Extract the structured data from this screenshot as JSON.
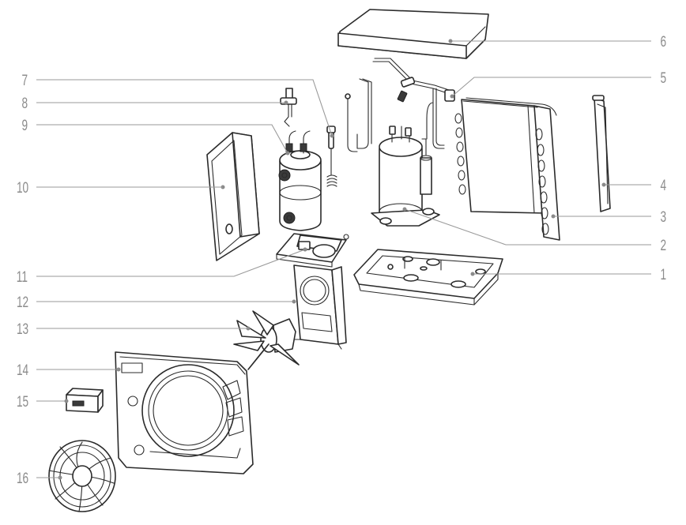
{
  "callouts": [
    {
      "id": "1",
      "label": "1"
    },
    {
      "id": "2",
      "label": "2"
    },
    {
      "id": "3",
      "label": "3"
    },
    {
      "id": "4",
      "label": "4"
    },
    {
      "id": "5",
      "label": "5"
    },
    {
      "id": "6",
      "label": "6"
    },
    {
      "id": "7",
      "label": "7"
    },
    {
      "id": "8",
      "label": "8"
    },
    {
      "id": "9",
      "label": "9"
    },
    {
      "id": "10",
      "label": "10"
    },
    {
      "id": "11",
      "label": "11"
    },
    {
      "id": "12",
      "label": "12"
    },
    {
      "id": "13",
      "label": "13"
    },
    {
      "id": "14",
      "label": "14"
    },
    {
      "id": "15",
      "label": "15"
    },
    {
      "id": "16",
      "label": "16"
    }
  ],
  "colors": {
    "line": "#2b2b2b",
    "leader": "#9a9a9a",
    "label": "#8c8c8c",
    "background": "#ffffff"
  }
}
